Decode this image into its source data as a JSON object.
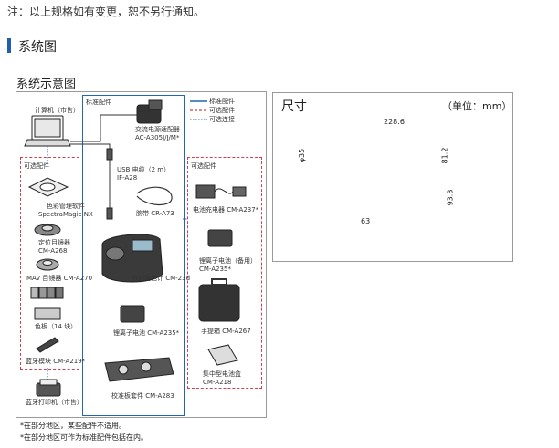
{
  "notice": {
    "text": "注：以上规格如有变更，恕不另行通知。"
  },
  "section": {
    "title": "系统图"
  },
  "subsection": {
    "title": "系统示意图"
  },
  "diagram": {
    "std_label": "标准配件",
    "legend": {
      "standard": "标准配件",
      "optional": "可选配件",
      "optional_conn": "可选连接"
    },
    "computer": "计算机（市售）",
    "left_opt_label": "可选配件",
    "right_opt_label": "可选配件",
    "left_items": [
      {
        "label": "色彩管理软件\nSpectraMagic NX"
      },
      {
        "label": "定位目镜器\nCM-A268"
      },
      {
        "label": "MAV 目镜器 CM-A270"
      },
      {
        "label": "色板（14 块）"
      },
      {
        "label": "蓝牙模块 CM-A219*"
      }
    ],
    "printer": "蓝牙打印机（市售）",
    "center_items": {
      "adapter": "交流电源适配器\nAC-A305J/J/M*",
      "usb": "USB 电缆（2 m）\nIF-A28",
      "strap": "腕带 CR-A73",
      "device": "分光测色计 CM-23d",
      "battery": "锂离子电池 CM-A235*",
      "white": "校准板套件 CM-A283"
    },
    "right_items": [
      {
        "label": "电池充电器 CM-A237*"
      },
      {
        "label": "锂离子电池（备用）\nCM-A235*"
      },
      {
        "label": "手提箱 CM-A267"
      },
      {
        "label": "集中型电池盒\nCM-A218"
      }
    ]
  },
  "dimensions": {
    "title": "尺寸",
    "unit": "（单位：mm）",
    "w": "228.6",
    "d": "φ35",
    "h1": "81.2",
    "h2": "93.3",
    "w2": "63"
  },
  "footnotes": {
    "f1": "*在部分地区，某些配件不适用。",
    "f2": "*在部分地区可作为标准配件包括在内。"
  }
}
